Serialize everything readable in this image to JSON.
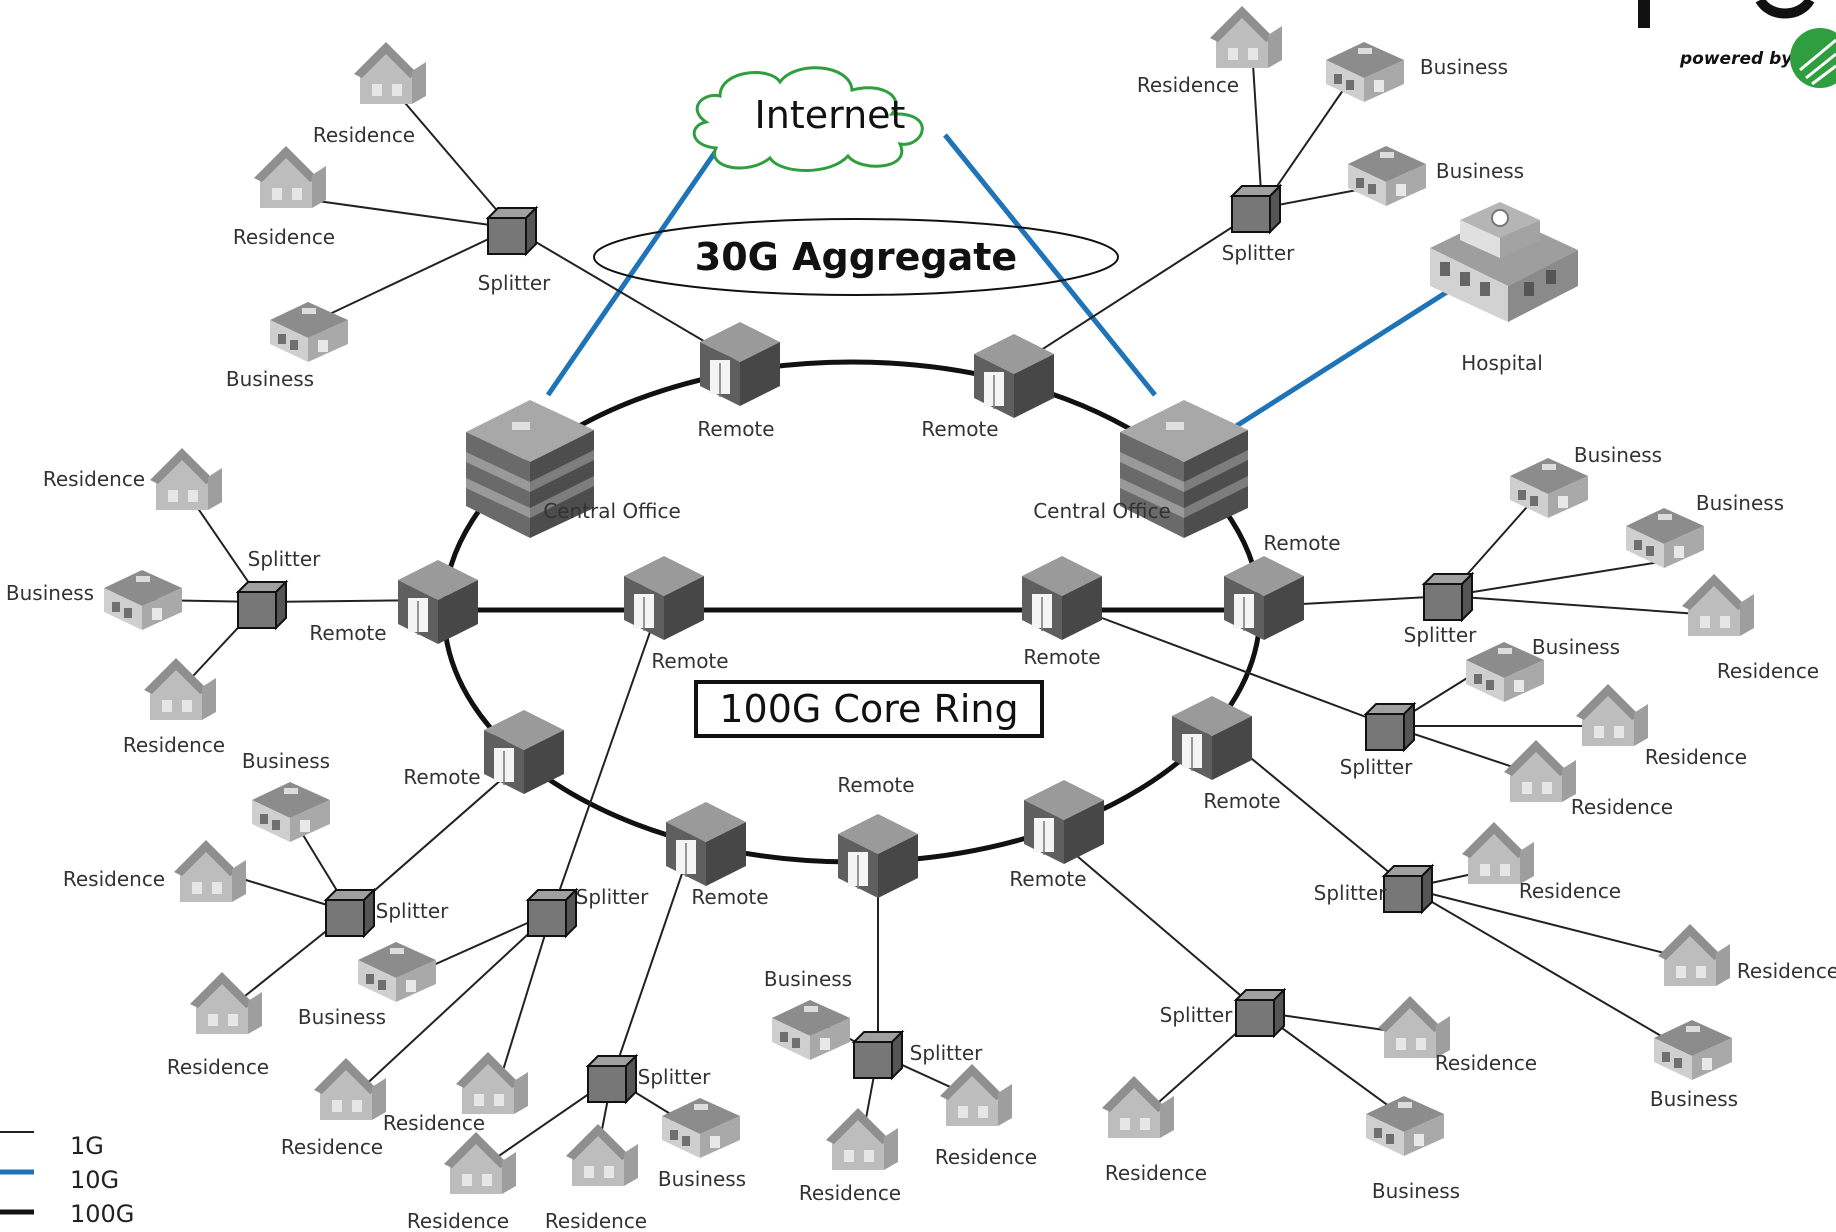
{
  "brand": {
    "powered_by": "powered by",
    "logo_color": "#2e9e3e"
  },
  "colors": {
    "link_1g": "#222222",
    "link_10g": "#1f74b8",
    "link_100g": "#111111"
  },
  "internet": {
    "label": "Internet"
  },
  "aggregate": {
    "label": "30G Aggregate"
  },
  "core_ring": {
    "label": "100G Core Ring"
  },
  "legend": [
    {
      "label": "1G",
      "link": "1g"
    },
    {
      "label": "10G",
      "link": "10g"
    },
    {
      "label": "100G",
      "link": "100g"
    }
  ],
  "node_labels": {
    "central_office": "Central Office",
    "remote": "Remote",
    "splitter": "Splitter",
    "residence": "Residence",
    "business": "Business",
    "hospital": "Hospital"
  }
}
